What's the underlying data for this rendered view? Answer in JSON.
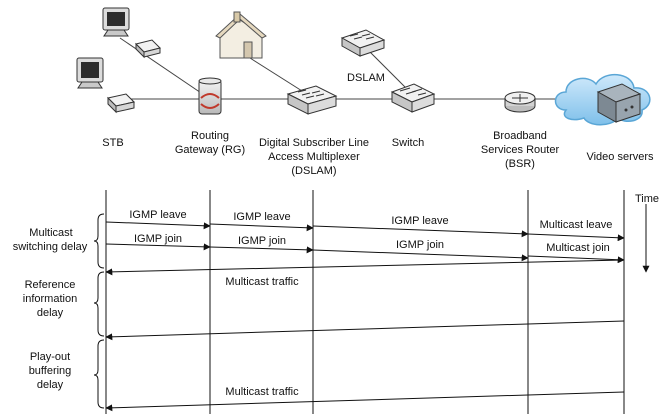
{
  "devices": {
    "stb": "STB",
    "rg_line1": "Routing",
    "rg_line2": "Gateway (RG)",
    "dslam_line1": "Digital Subscriber Line",
    "dslam_line2": "Access Multiplexer",
    "dslam_line3": "(DSLAM)",
    "switch": "Switch",
    "bsr_line1": "Broadband",
    "bsr_line2": "Services Router",
    "bsr_line3": "(BSR)",
    "video_servers": "Video servers",
    "dslam_top": "DSLAM"
  },
  "timeline": {
    "time_label": "Time"
  },
  "delays": {
    "multicast_switching_1": "Multicast",
    "multicast_switching_2": "switching delay",
    "reference_1": "Reference",
    "reference_2": "information",
    "reference_3": "delay",
    "playout_1": "Play-out",
    "playout_2": "buffering",
    "playout_3": "delay"
  },
  "messages": {
    "igmp_leave": "IGMP leave",
    "igmp_join": "IGMP join",
    "multicast_leave": "Multicast leave",
    "multicast_join": "Multicast join",
    "multicast_traffic": "Multicast traffic"
  }
}
